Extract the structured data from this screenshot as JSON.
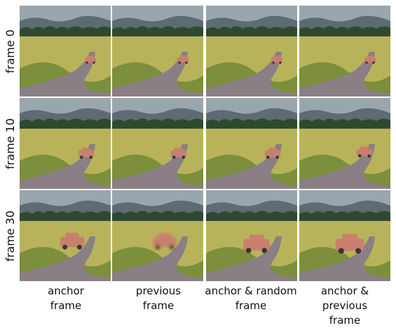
{
  "rows": [
    {
      "label": "frame 0"
    },
    {
      "label": "frame 10"
    },
    {
      "label": "frame 30"
    }
  ],
  "columns": [
    {
      "label": "anchor\nframe"
    },
    {
      "label": "previous\nframe"
    },
    {
      "label": "anchor & random\nframe"
    },
    {
      "label": "anchor & previous\nframe"
    }
  ],
  "image_content": "vintage pink car driving on a winding country road through fields with trees and mountains",
  "colors": {
    "sky": "#9aa6ad",
    "mountain": "#5d6b73",
    "treeline": "#2e4a2e",
    "field": "#b8b35a",
    "grass": "#7b8f3c",
    "road": "#8a7f85",
    "car": "#c97f6e"
  }
}
